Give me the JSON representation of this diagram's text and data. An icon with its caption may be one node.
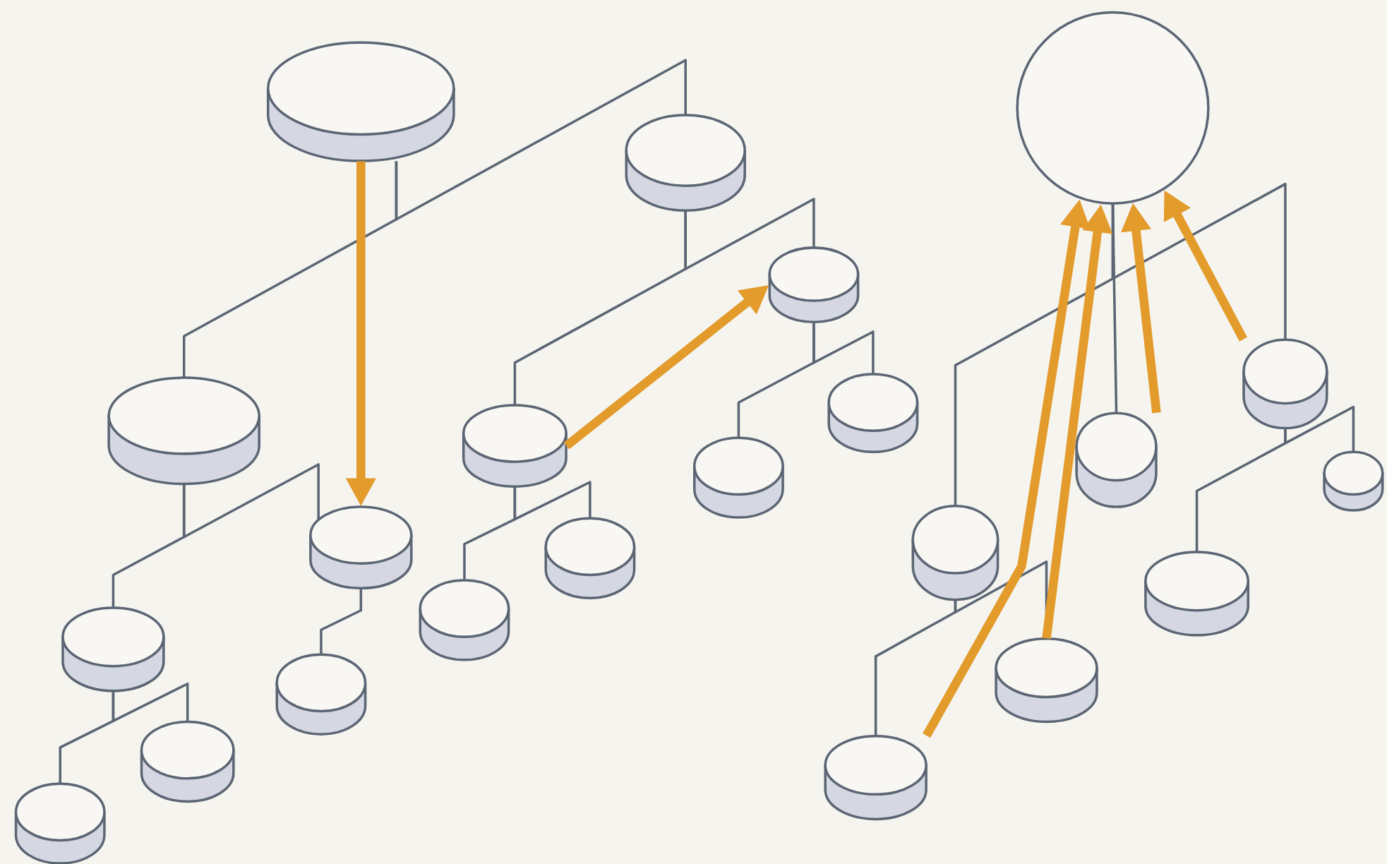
{
  "diagram": {
    "nodes": [
      {
        "text": [],
        "shape": "cylinder"
      },
      {
        "text": [],
        "shape": "cylinder"
      },
      {
        "text": [],
        "shape": "circle"
      },
      {
        "text": [],
        "shape": "cylinder"
      },
      {
        "text": [],
        "shape": "cylinder"
      },
      {
        "text": [],
        "shape": "cylinder"
      },
      {
        "text": [],
        "shape": "cylinder"
      },
      {
        "text": [],
        "shape": "cylinder"
      },
      {
        "text": [],
        "shape": "cylinder"
      },
      {
        "text": [],
        "shape": "cylinder"
      },
      {
        "text": [],
        "shape": "cylinder"
      },
      {
        "text": [],
        "shape": "cylinder"
      },
      {
        "text": [],
        "shape": "cylinder"
      },
      {
        "text": [],
        "shape": "cylinder"
      },
      {
        "text": [],
        "shape": "cylinder"
      },
      {
        "text": [],
        "shape": "cylinder"
      },
      {
        "text": [],
        "shape": "cylinder"
      },
      {
        "text": [],
        "shape": "cylinder"
      },
      {
        "text": [],
        "shape": "cylinder"
      },
      {
        "text": [],
        "shape": "cylinder"
      },
      {
        "text": [],
        "shape": "cylinder"
      },
      {
        "text": [],
        "shape": "cylinder"
      }
    ],
    "edges": [
      {
        "from": 0,
        "to": 4,
        "arrow": "none"
      },
      {
        "from": 0,
        "to": 1,
        "arrow": "none"
      },
      {
        "from": 1,
        "to": 5,
        "arrow": "none"
      },
      {
        "from": 1,
        "to": 3,
        "arrow": "none"
      },
      {
        "from": 3,
        "to": 9,
        "arrow": "none"
      },
      {
        "from": 3,
        "to": 6,
        "arrow": "none"
      },
      {
        "from": 4,
        "to": 16,
        "arrow": "none"
      },
      {
        "from": 4,
        "to": 11,
        "arrow": "none"
      },
      {
        "from": 11,
        "to": 18,
        "arrow": "none"
      },
      {
        "from": 16,
        "to": 21,
        "arrow": "none"
      },
      {
        "from": 16,
        "to": 19,
        "arrow": "none"
      },
      {
        "from": 5,
        "to": 15,
        "arrow": "none"
      },
      {
        "from": 5,
        "to": 12,
        "arrow": "none"
      },
      {
        "from": 2,
        "to": 13,
        "arrow": "none"
      },
      {
        "from": 2,
        "to": 8,
        "arrow": "none"
      },
      {
        "from": 2,
        "to": 7,
        "arrow": "none"
      },
      {
        "from": 7,
        "to": 14,
        "arrow": "none"
      },
      {
        "from": 7,
        "to": 10,
        "arrow": "none"
      },
      {
        "from": 13,
        "to": 20,
        "arrow": "none"
      },
      {
        "from": 13,
        "to": 17,
        "arrow": "none"
      },
      {
        "from": 0,
        "to": 11,
        "arrow": "to",
        "style": "thick",
        "color": "#e39b2b"
      },
      {
        "from": 5,
        "to": 3,
        "arrow": "to",
        "style": "thick",
        "color": "#e39b2b"
      },
      {
        "from": 20,
        "to": 2,
        "arrow": "to",
        "style": "thick",
        "color": "#e39b2b"
      },
      {
        "from": 17,
        "to": 2,
        "arrow": "to",
        "style": "thick",
        "color": "#e39b2b"
      },
      {
        "from": 8,
        "to": 2,
        "arrow": "to",
        "style": "thick",
        "color": "#e39b2b"
      },
      {
        "from": 7,
        "to": 2,
        "arrow": "to",
        "style": "thick",
        "color": "#e39b2b"
      }
    ]
  }
}
